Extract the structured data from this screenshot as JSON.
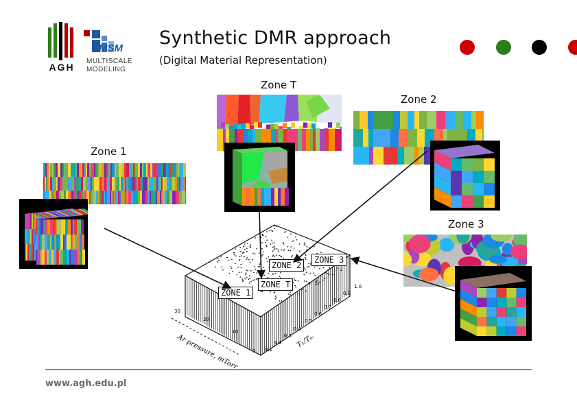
{
  "header": {
    "title": "Synthetic DMR approach",
    "subtitle": "(Digital Material Representation)",
    "logo_agh": "AGH",
    "logo_msm_mark": "MSM",
    "logo_msm_line1": "MULTISCALE",
    "logo_msm_line2": "MODELING"
  },
  "dots": [
    {
      "color": "#cc0000"
    },
    {
      "color": "#2e7d18"
    },
    {
      "color": "#000000"
    },
    {
      "color": "#cc0000"
    }
  ],
  "zones": {
    "zone_t": "Zone T",
    "zone_2": "Zone 2",
    "zone_1": "Zone 1",
    "zone_3": "Zone 3"
  },
  "diagram": {
    "labels": [
      "ZONE 1",
      "ZONE T",
      "ZONE 2",
      "ZONE 3"
    ],
    "axis_pressure": "Ar pressure, mTorr",
    "axis_temp": "T₁/Tₘ",
    "pressure_ticks": [
      "30",
      "20",
      "10",
      "1"
    ],
    "temp_ticks": [
      "0.1",
      "0.2",
      "0.3",
      "0.4",
      "0.5",
      "0.6",
      "0.7",
      "0.8",
      "0.9",
      "1.0"
    ]
  },
  "footer": {
    "url": "www.agh.edu.pl"
  }
}
